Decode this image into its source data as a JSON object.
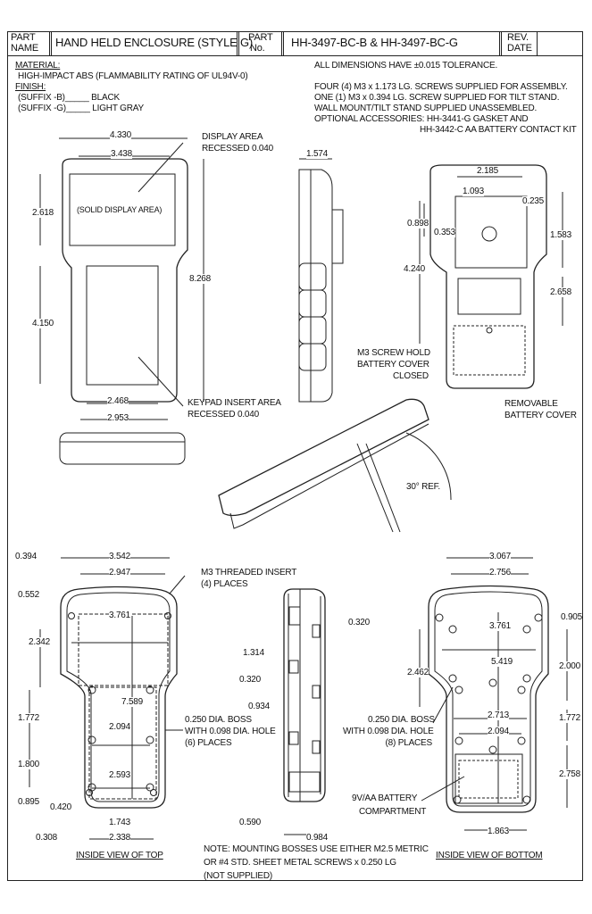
{
  "title_block": {
    "part_name_label": [
      "PART",
      "NAME"
    ],
    "part_name": "HAND HELD ENCLOSURE (STYLE G)",
    "part_no_label": [
      "PART",
      "No."
    ],
    "part_no": "HH-3497-BC-B & HH-3497-BC-G",
    "rev_label": [
      "REV.",
      "DATE"
    ],
    "rev_value": ""
  },
  "material": {
    "heading": "MATERIAL:",
    "value": "HIGH-IMPACT ABS (FLAMMABILITY RATING OF UL94V-0)",
    "finish_heading": "FINISH:",
    "finish": [
      "(SUFFIX -B)_____ BLACK",
      "(SUFFIX -G)_____ LIGHT GRAY"
    ]
  },
  "notes": {
    "tolerance": "ALL DIMENSIONS HAVE ±0.015 TOLERANCE.",
    "lines": [
      "FOUR (4) M3 x 1.173 LG. SCREWS SUPPLIED FOR ASSEMBLY.",
      "ONE (1) M3 x 0.394 LG. SCREW SUPPLIED FOR TILT STAND.",
      "WALL MOUNT/TILT STAND SUPPLIED UNASSEMBLED.",
      "OPTIONAL ACCESSORIES: HH-3441-G GASKET AND",
      "HH-3442-C AA BATTERY CONTACT KIT"
    ],
    "bottom_note": [
      "NOTE: MOUNTING BOSSES USE EITHER M2.5 METRIC",
      "OR #4 STD. SHEET METAL SCREWS x 0.250 LG",
      "(NOT SUPPLIED)"
    ]
  },
  "front_view": {
    "dims": [
      "4.330",
      "3.438",
      "2.618",
      "8.268",
      "4.150",
      "2.468",
      "2.953"
    ],
    "display_callout": [
      "DISPLAY AREA",
      "RECESSED 0.040"
    ],
    "display_label": "(SOLID DISPLAY AREA)",
    "keypad_callout": [
      "KEYPAD INSERT AREA",
      "RECESSED 0.040"
    ]
  },
  "side_view": {
    "dims": [
      "1.574"
    ]
  },
  "back_view": {
    "dims": [
      "2.185",
      "1.093",
      "0.235",
      "0.898",
      "0.353",
      "1.583",
      "4.240",
      "2.658"
    ],
    "screw_callout": [
      "M3 SCREW HOLD",
      "BATTERY COVER",
      "CLOSED"
    ],
    "cover_callout": [
      "REMOVABLE",
      "BATTERY COVER"
    ]
  },
  "tilt_view": {
    "angle": "30° REF."
  },
  "inside_top": {
    "dims": [
      "0.394",
      "3.542",
      "2.947",
      "0.552",
      "3.761",
      "2.342",
      "7.589",
      "1.772",
      "2.094",
      "1.800",
      "2.593",
      "0.895",
      "0.420",
      "1.743",
      "0.308",
      "2.338"
    ],
    "insert_callout": [
      "M3 THREADED INSERT",
      "(4) PLACES"
    ],
    "boss_callout": [
      "0.250 DIA. BOSS",
      "WITH 0.098 DIA. HOLE",
      "(6) PLACES"
    ],
    "caption": "INSIDE VIEW OF TOP"
  },
  "section_view": {
    "dims": [
      "0.320",
      "1.314",
      "0.320",
      "0.934",
      "0.590",
      "0.984"
    ]
  },
  "inside_bottom": {
    "dims": [
      "3.067",
      "2.756",
      "0.905",
      "3.761",
      "2.000",
      "2.462",
      "5.419",
      "2.713",
      "2.094",
      "1.772",
      "2.758",
      "1.863"
    ],
    "boss_callout": [
      "0.250 DIA. BOSS",
      "WITH 0.098 DIA. HOLE",
      "(8) PLACES"
    ],
    "battery_callout": [
      "9V/AA BATTERY",
      "COMPARTMENT"
    ],
    "caption": "INSIDE VIEW OF BOTTOM"
  }
}
